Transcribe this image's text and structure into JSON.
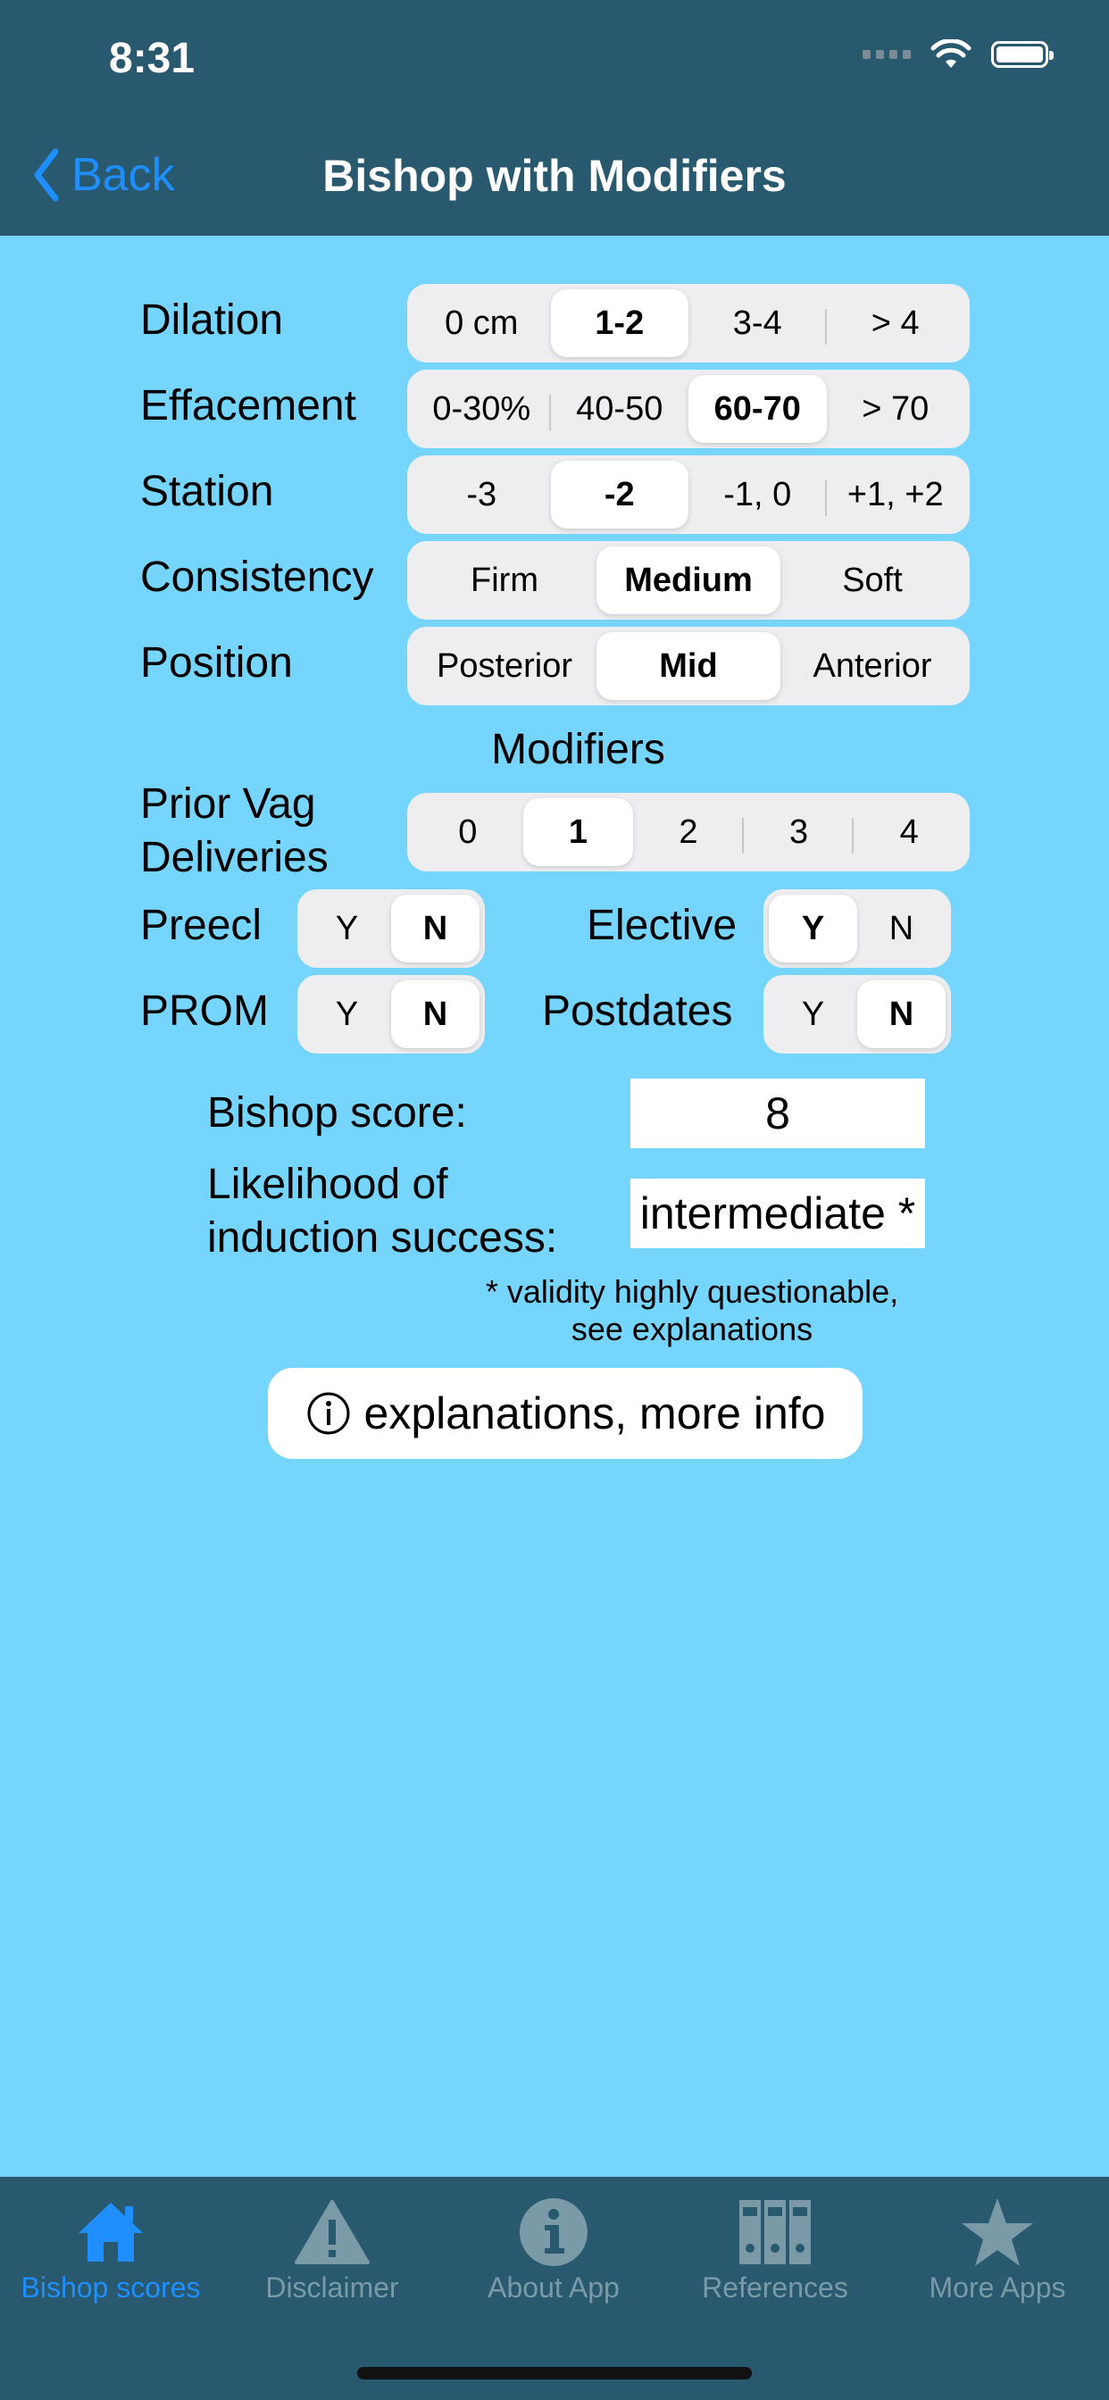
{
  "status": {
    "time": "8:31"
  },
  "nav": {
    "back_label": "Back",
    "title": "Bishop with Modifiers"
  },
  "rows": [
    {
      "label": "Dilation",
      "options": [
        "0 cm",
        "1-2",
        "3-4",
        "> 4"
      ],
      "selected": 1
    },
    {
      "label": "Effacement",
      "options": [
        "0-30%",
        "40-50",
        "60-70",
        "> 70"
      ],
      "selected": 2
    },
    {
      "label": "Station",
      "options": [
        "-3",
        "-2",
        "-1, 0",
        "+1, +2"
      ],
      "selected": 1
    },
    {
      "label": "Consistency",
      "options": [
        "Firm",
        "Medium",
        "Soft"
      ],
      "selected": 1
    },
    {
      "label": "Position",
      "options": [
        "Posterior",
        "Mid",
        "Anterior"
      ],
      "selected": 1
    }
  ],
  "modifiers": {
    "title": "Modifiers",
    "prior_vag": {
      "label_line1": "Prior Vag",
      "label_line2": "Deliveries",
      "options": [
        "0",
        "1",
        "2",
        "3",
        "4"
      ],
      "selected": 1
    },
    "toggles": [
      {
        "label": "Preecl",
        "options": [
          "Y",
          "N"
        ],
        "selected": 1
      },
      {
        "label": "Elective",
        "options": [
          "Y",
          "N"
        ],
        "selected": 0
      },
      {
        "label": "PROM",
        "options": [
          "Y",
          "N"
        ],
        "selected": 1
      },
      {
        "label": "Postdates",
        "options": [
          "Y",
          "N"
        ],
        "selected": 1
      }
    ]
  },
  "results": {
    "score_label": "Bishop score:",
    "score_value": "8",
    "likelihood_label_line1": "Likelihood of",
    "likelihood_label_line2": "induction success:",
    "likelihood_value": "intermediate *",
    "note_line1": "* validity highly questionable,",
    "note_line2": "see explanations"
  },
  "info_button": {
    "label": "explanations, more info"
  },
  "tabbar": {
    "active": 0,
    "items": [
      {
        "label": "Bishop scores",
        "icon": "home-icon"
      },
      {
        "label": "Disclaimer",
        "icon": "warning-icon"
      },
      {
        "label": "About App",
        "icon": "info-icon"
      },
      {
        "label": "References",
        "icon": "binders-icon"
      },
      {
        "label": "More Apps",
        "icon": "star-icon"
      }
    ]
  },
  "colors": {
    "background": "#76D5FD",
    "bar": "#28596E",
    "accent": "#1F8FFF"
  }
}
